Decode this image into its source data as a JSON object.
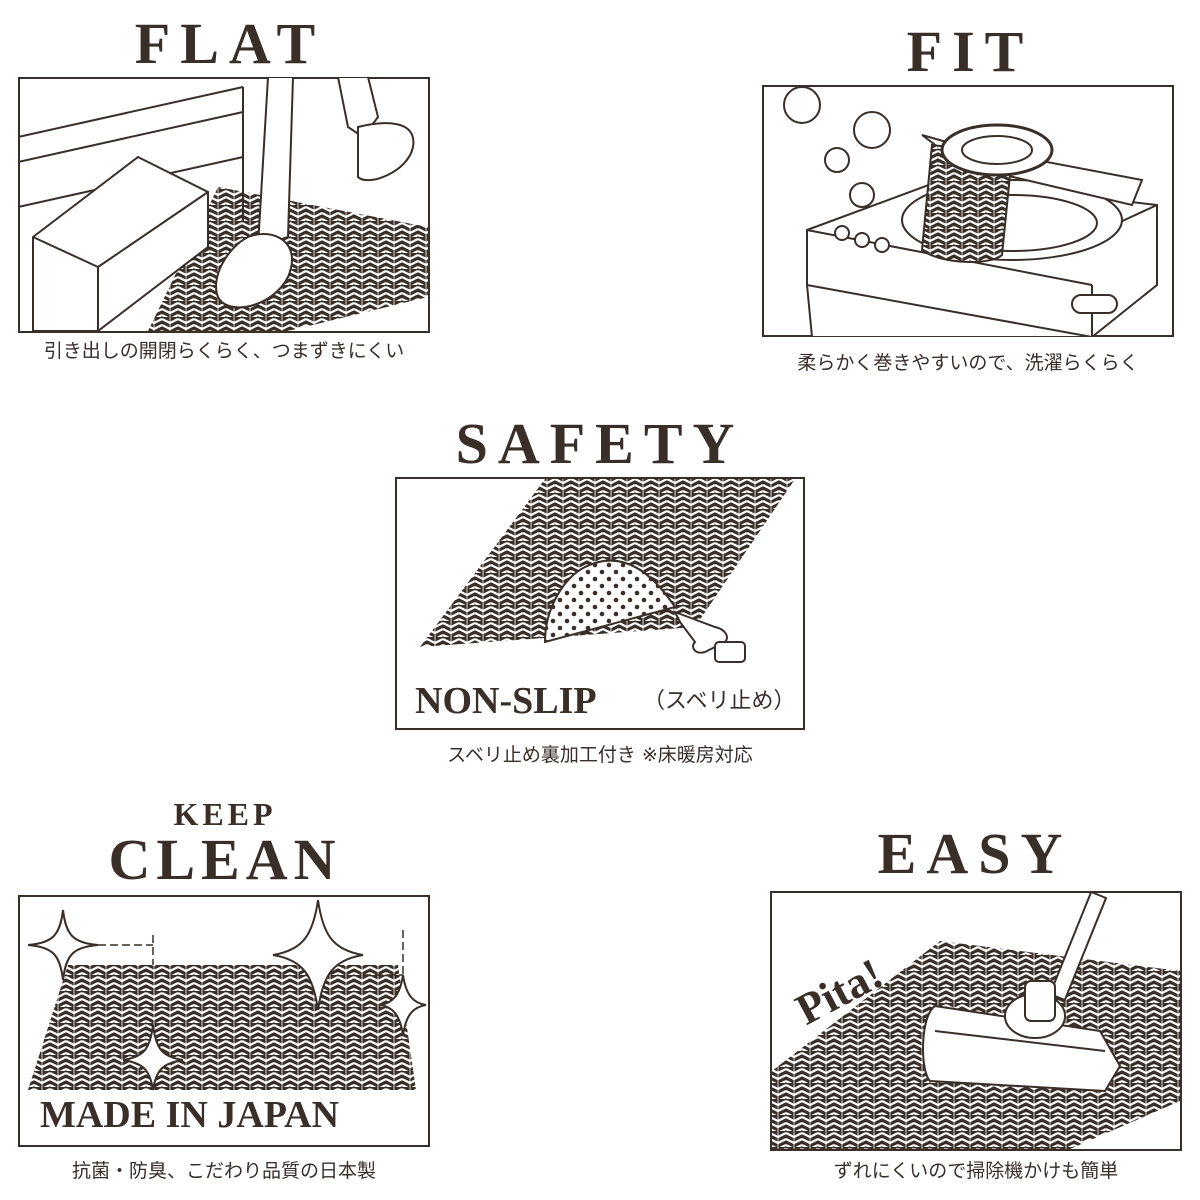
{
  "colors": {
    "ink": "#3a2e28",
    "background": "#ffffff"
  },
  "flat": {
    "title": "FLAT",
    "caption": "引き出しの開閉らくらく、つまずきにくい",
    "icon": "drawer-slipper-mat-illustration"
  },
  "fit": {
    "title": "FIT",
    "caption": "柔らかく巻きやすいので、洗濯らくらく",
    "icon": "washing-machine-rolled-mat-illustration"
  },
  "safety": {
    "title": "SAFETY",
    "label_main": "NON-SLIP",
    "label_sub": "（スベリ止め）",
    "caption": "スベリ止め裏加工付き ※床暖房対応",
    "icon": "non-slip-backing-illustration"
  },
  "clean": {
    "title_small": "KEEP",
    "title": "CLEAN",
    "label": "MADE IN JAPAN",
    "caption": "抗菌・防臭、こだわり品質の日本製",
    "icon": "sparkling-mat-illustration"
  },
  "easy": {
    "title": "EASY",
    "label": "Pita!",
    "caption": "ずれにくいので掃除機かけも簡単",
    "icon": "vacuum-on-mat-illustration"
  }
}
